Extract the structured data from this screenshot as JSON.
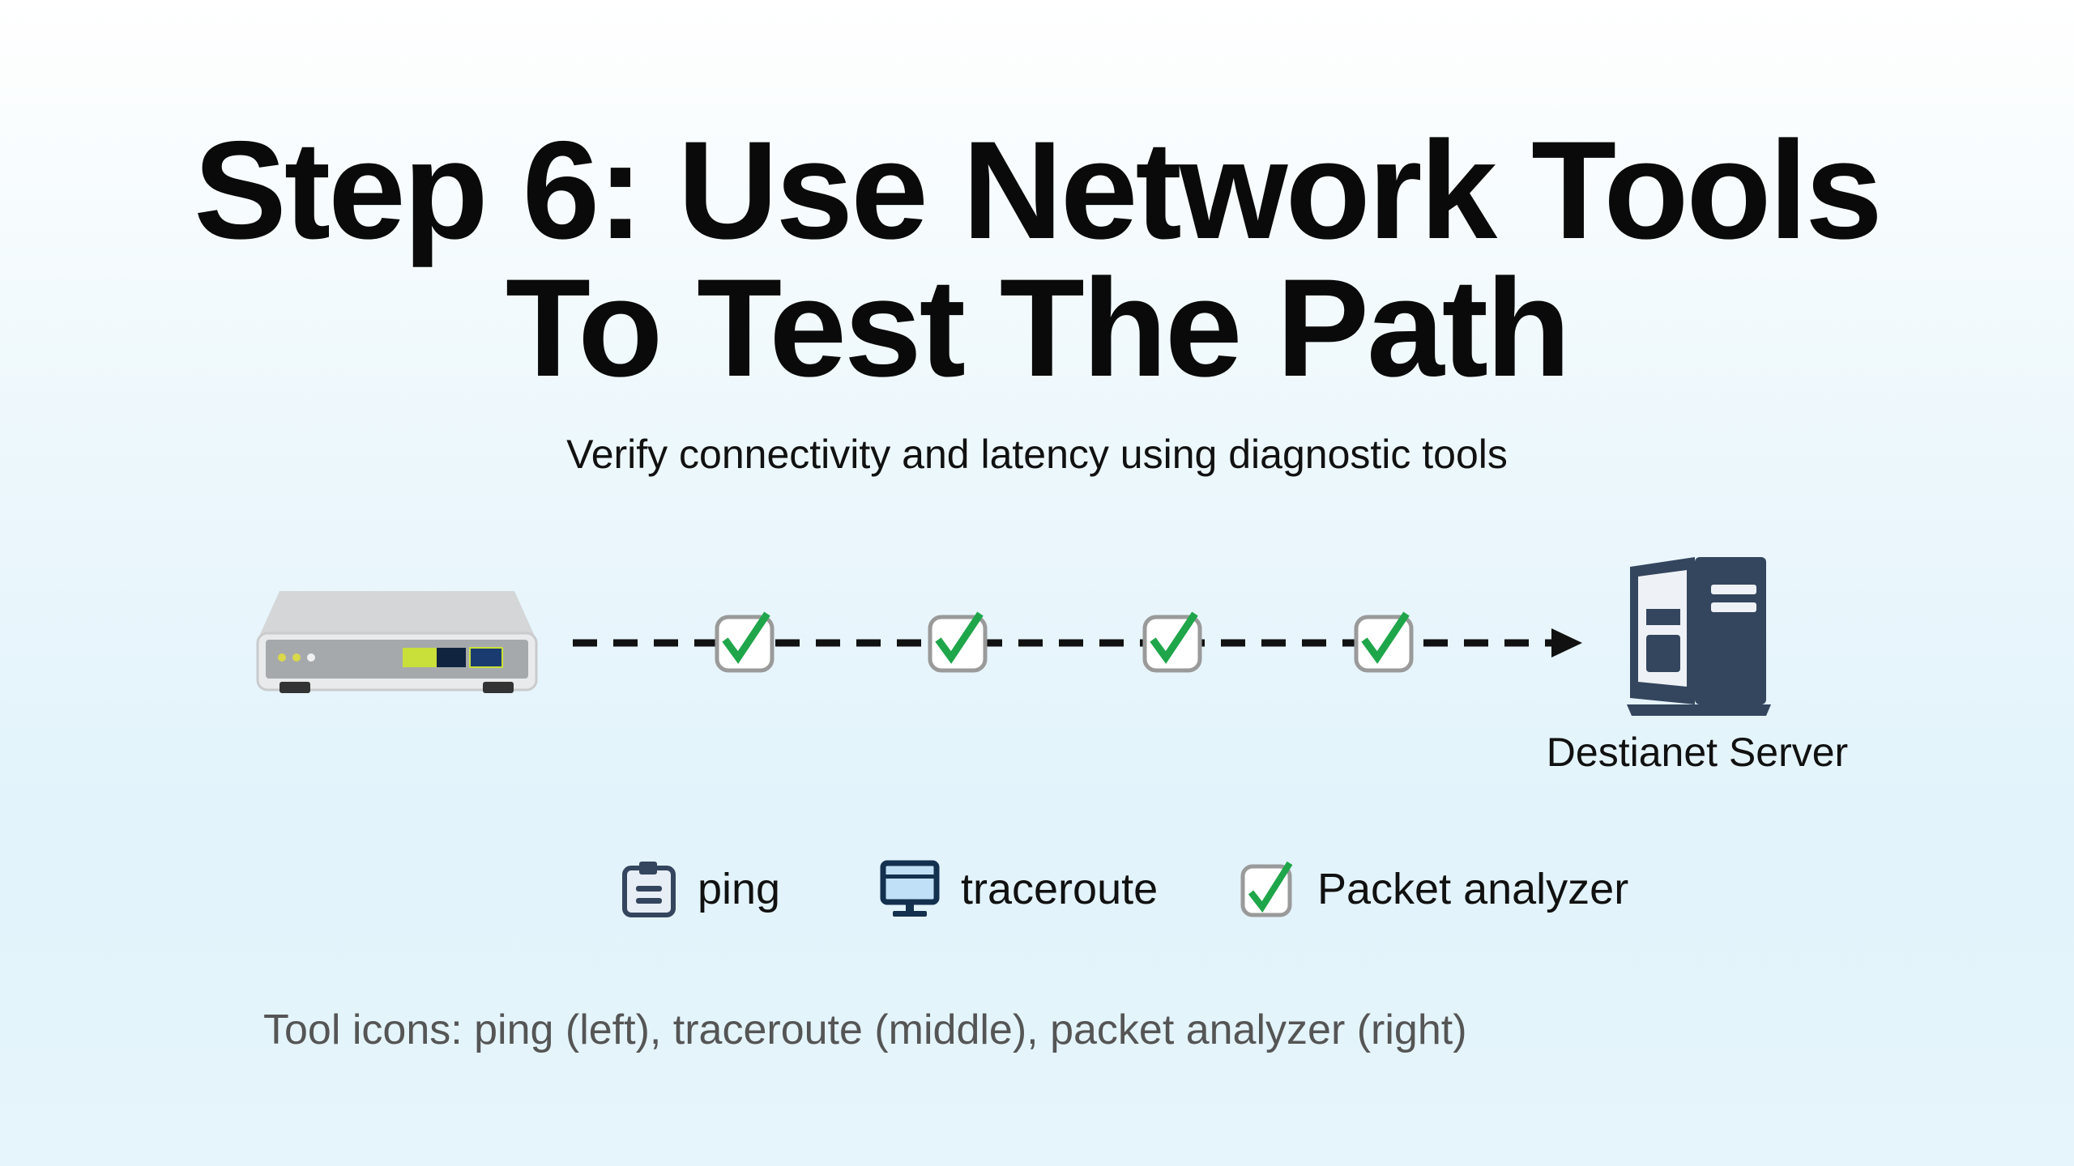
{
  "title_line1": "Step 6: Use Network Tools",
  "title_line2": "To Test The Path",
  "subtitle": "Verify connectivity and latency using diagnostic tools",
  "path": {
    "source_icon": "router-icon",
    "hop_icon": "checkbox-check-icon",
    "hop_count": 4,
    "destination_icon": "server-icon",
    "destination_label": "Destianet Server"
  },
  "tools": [
    {
      "icon": "clipboard-icon",
      "label": "ping"
    },
    {
      "icon": "monitor-icon",
      "label": "traceroute"
    },
    {
      "icon": "checkbox-check-icon",
      "label": "Packet analyzer"
    }
  ],
  "caption": "Tool icons: ping (left), traceroute (middle), packet analyzer (right)",
  "colors": {
    "check": "#1fa64a",
    "server": "#34455e",
    "dash": "#111111"
  }
}
